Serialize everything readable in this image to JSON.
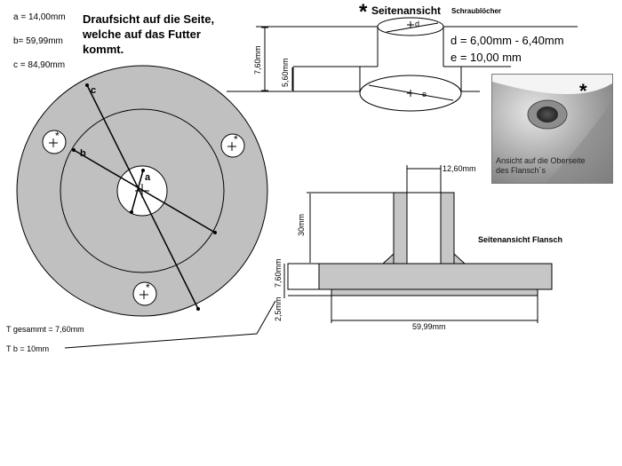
{
  "params": {
    "a": "a = 14,00mm",
    "b": "b=  59,99mm",
    "c": "c = 84,90mm"
  },
  "heading": {
    "line1": "Draufsicht auf die Seite,",
    "line2": "welche auf das Futter",
    "line3": "kommt."
  },
  "side_view_screws": {
    "star": "*",
    "title": "Seitenansicht",
    "subtitle": "Schraublöcher",
    "dim_total": "7,60mm",
    "dim_step": "5,60mm",
    "label_d": "d",
    "label_e": "e",
    "d_value": "d = 6,00mm - 6,40mm",
    "e_value": "e = 10,00 mm"
  },
  "photo": {
    "star": "*",
    "caption_line1": "Ansicht auf die Oberseite",
    "caption_line2": "des Flansch´s"
  },
  "top_view": {
    "label_a": "a",
    "label_b": "b",
    "label_c": "c",
    "hole_star": "*"
  },
  "flange_side": {
    "title": "Seitenansicht Flansch",
    "dim_top_width": "12,60mm",
    "dim_hub_height": "30mm",
    "dim_flange_thickness": "7,60mm",
    "dim_bottom_step": "2,5mm",
    "dim_width": "59,99mm"
  },
  "notes": {
    "t_total": "T gesammt = 7,60mm",
    "t_b": "T b = 10mm"
  },
  "colors": {
    "disc_fill": "#c0c0c0",
    "hole_fill": "#ffffff",
    "flange_fill": "#c6c6c6",
    "lines": "#000000"
  }
}
